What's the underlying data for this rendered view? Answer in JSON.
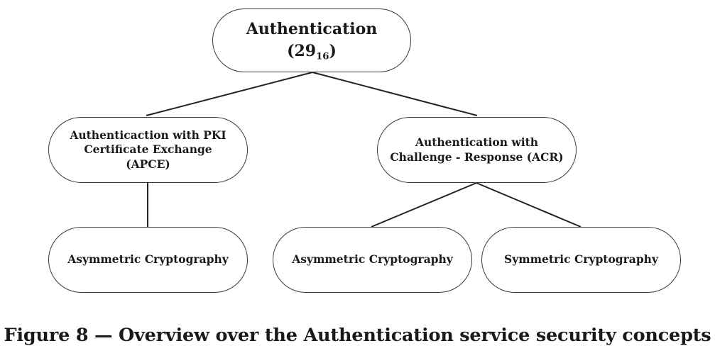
{
  "diagram": {
    "root": {
      "label": "Authentication",
      "id_open": "(29",
      "id_sub": "16",
      "id_close": ")"
    },
    "children": [
      {
        "label": "Authenticaction with PKI\nCertificate Exchange\n(APCE)",
        "children": [
          "Asymmetric Cryptography"
        ]
      },
      {
        "label": "Authentication with\nChallenge - Response (ACR)",
        "children": [
          "Asymmetric Cryptography",
          "Symmetric Cryptography"
        ]
      }
    ]
  },
  "caption": "Figure 8 — Overview over the Authentication service security concepts",
  "colors": {
    "line": "#222222",
    "border": "#3a3a3a",
    "text": "#1a1a1a",
    "background": "#ffffff"
  }
}
